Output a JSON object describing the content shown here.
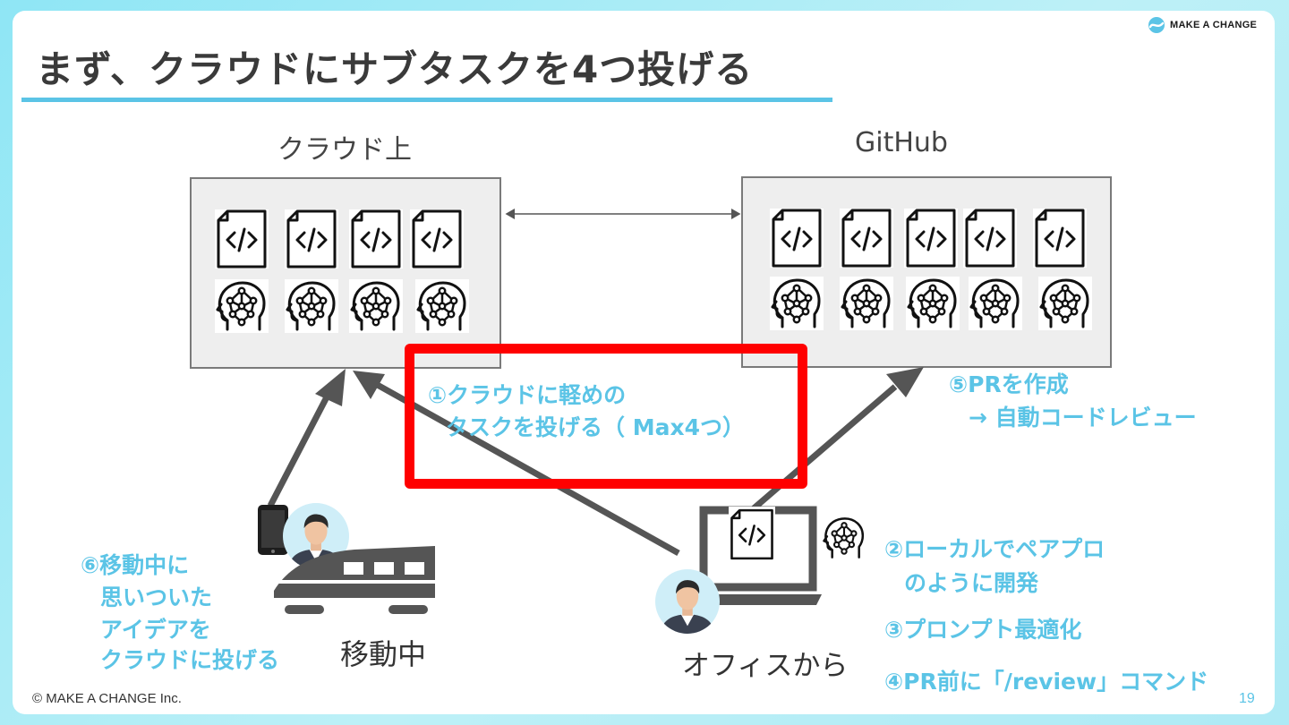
{
  "slide": {
    "title": "まず、クラウドにサブタスクを4つ投げる",
    "logo_text": "MAKE A CHANGE",
    "footer": "© MAKE A CHANGE Inc.",
    "page_number": "19"
  },
  "diagram": {
    "cloud_label": "クラウド上",
    "github_label": "GitHub",
    "callout_1_line1": "①クラウドに軽めの",
    "callout_1_line2": "タスクを投げる（ Max4つ）",
    "step_5_line1": "⑤PRを作成",
    "step_5_line2": "→ 自動コードレビュー",
    "step_6_line1": "⑥移動中に",
    "step_6_line2": "思いついた",
    "step_6_line3": "アイデアを",
    "step_6_line4": "クラウドに投げる",
    "moving_label": "移動中",
    "office_label": "オフィスから",
    "step_2_line1": "②ローカルでペアプロ",
    "step_2_line2": "のように開発",
    "step_3": "③プロンプト最適化",
    "step_4": "④PR前に「/review」コマンド",
    "colors": {
      "accent": "#5bc4e6",
      "highlight": "#ff0000",
      "arrow": "#555555"
    }
  }
}
